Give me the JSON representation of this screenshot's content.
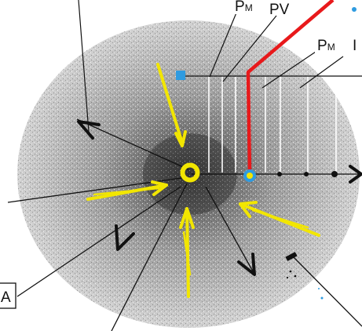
{
  "labels": {
    "pm_top": "P",
    "pm_top_sub": "M",
    "pv": "PV",
    "pm_right": "P",
    "pm_right_sub": "M",
    "right_edge": "I",
    "a_box": "A"
  },
  "colors": {
    "background": "#ffffff",
    "cloud_light": "#b9b9b9",
    "cloud_mid": "#8c8c8c",
    "cloud_dark": "#3c3c3c",
    "yellow_arrows": "#f2e600",
    "red_path": "#e8191b",
    "blue_marker": "#2f9be0",
    "black_lines": "#111111",
    "white_lines": "#ffffff"
  },
  "icons": {
    "center_marker": "yellow-ring-icon",
    "target_marker": "cyan-ring-icon",
    "start_marker": "blue-square-icon"
  }
}
